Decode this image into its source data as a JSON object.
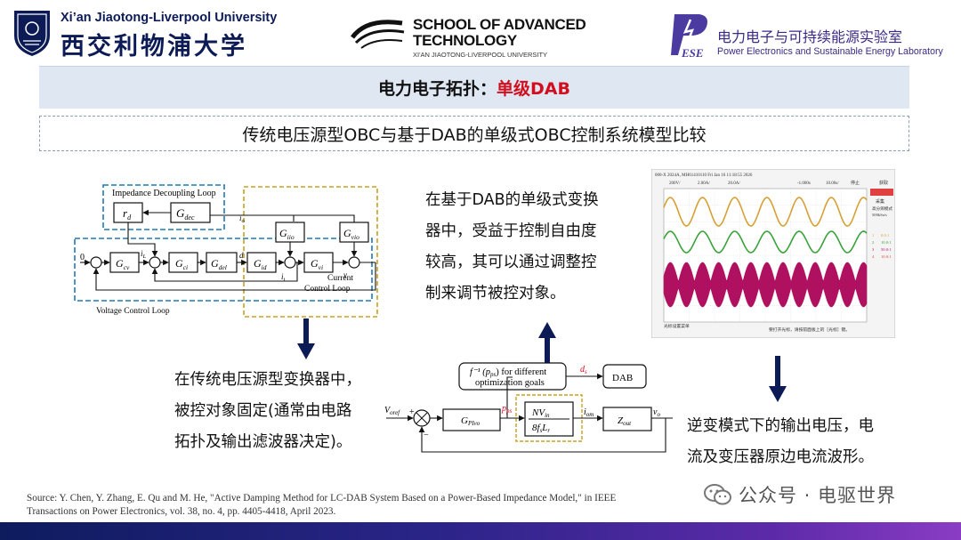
{
  "header": {
    "xjtlu_en": "Xi’an Jiaotong-Liverpool University",
    "xjtlu_cn": "西交利物浦大学",
    "sat_line1": "SCHOOL OF ADVANCED",
    "sat_line2": "TECHNOLOGY",
    "sat_line3": "XI'AN JIAOTONG-LIVERPOOL UNIVERSITY",
    "pese_mark": "ESE",
    "pese_cn": "电力电子与可持续能源实验室",
    "pese_en": "Power Electronics and Sustainable Energy Laboratory"
  },
  "title": {
    "prefix": "电力电子拓扑：",
    "highlight": "单级DAB",
    "highlight_color": "#d10f1f"
  },
  "subtitle": "传统电压源型OBC与基于DAB的单级式OBC控制系统模型比较",
  "diagram_left": {
    "impedance_loop": "Impedance Decoupling Loop",
    "rd": "r",
    "rd_sub": "d",
    "gdec": "G",
    "gdec_sub": "dec",
    "gcv": "G",
    "gcv_sub": "cv",
    "gci": "G",
    "gci_sub": "ci",
    "gdel": "G",
    "gdel_sub": "del",
    "gid": "G",
    "gid_sub": "id",
    "gvi": "G",
    "gvi_sub": "vi",
    "giio": "G",
    "giio_sub": "iio",
    "gvio": "G",
    "gvio_sub": "vio",
    "zero": "0",
    "il": "i",
    "il_sub": "L",
    "d": "d",
    "io": "i",
    "io_sub": "o",
    "ii": "i",
    "ii_sub": "i",
    "v": "v",
    "current_loop_1": "Current",
    "current_loop_2": "Control Loop",
    "voltage_loop": "Voltage Control Loop"
  },
  "diagram_bottom": {
    "f_box_1": "f⁻¹ (p",
    "f_box_1b": "ps",
    "f_box_1c": ") for different",
    "f_box_2": "optimization goals",
    "ds": "d",
    "ds_sub": "s",
    "dab": "DAB",
    "vref": "V",
    "vref_sub": "oref",
    "plus": "+",
    "minus": "−",
    "gpi": "G",
    "gpi_sub": "PIvo",
    "pps": "p",
    "pps_sub": "ps",
    "nv_num": "NV",
    "nv_num_sub": "in",
    "nv_den": "8f",
    "nv_den_sub": "s",
    "nv_den2": "L",
    "nv_den2_sub": "r",
    "iom": "i",
    "iom_sub": "om",
    "zout": "Z",
    "zout_sub": "out",
    "vo": "v",
    "vo_sub": "o"
  },
  "scope": {
    "top_info": "000-X 2024A, MH61410110 Fri Jan 16 11:18:55 2026",
    "top_scale_1": "200V/",
    "top_scale_2": "2.00A/",
    "top_scale_3": "20.0A/",
    "top_time": "-1.000s",
    "top_tdiv": "10.00s/",
    "top_stop": "停止",
    "side_title": "获取",
    "side_mode_label": "采集",
    "side_mode": "高分辨模式",
    "side_rate": "500kSa/s",
    "side_ch": [
      "1",
      "2",
      "3",
      "4"
    ],
    "side_vals": [
      "0.0:1",
      "10.0:1",
      "50.0:1",
      "10.0:1"
    ],
    "bottom_left": "光标设置菜单",
    "bottom_right": "要打开光标，请按前面板上的［光标］键。"
  },
  "texts": {
    "right_top": [
      "在基于DAB的单级式变换",
      "器中，受益于控制自由度",
      "较高，其可以通过调整控",
      "制来调节被控对象。"
    ],
    "left": [
      "在传统电压源型变换器中，",
      "被控对象固定(通常由电路",
      "拓扑及输出滤波器决定)。"
    ],
    "right_bottom": [
      "逆变模式下的输出电压，电",
      "流及变压器原边电流波形。"
    ]
  },
  "source": "Source: Y. Chen, Y. Zhang, E. Qu and M. He, \"Active Damping Method for LC-DAB System Based on a Power-Based Impedance Model,\" in IEEE Transactions on Power Electronics, vol. 38, no. 4, pp. 4405-4418, April 2023.",
  "watermark": "公众号 · 电驱世界",
  "colors": {
    "accent_blue": "#1f78b4",
    "dashed_yellow": "#c8a020",
    "arrow": "#0c1b55",
    "ch1": "#d6a035",
    "ch2": "#3aa23a",
    "ch3": "#b01060"
  }
}
